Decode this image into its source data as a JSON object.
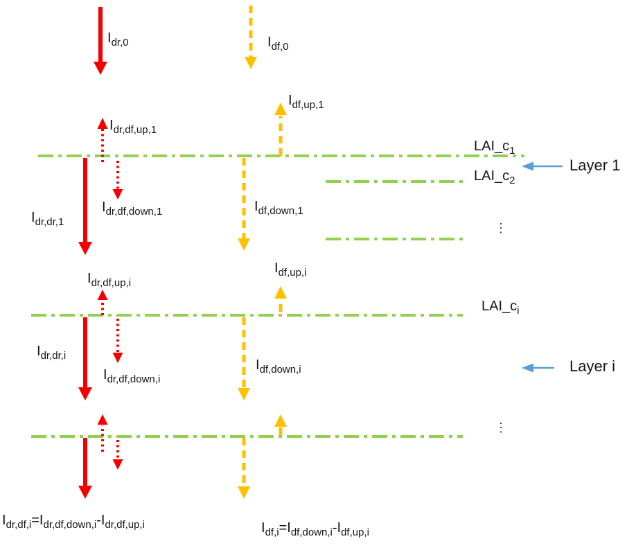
{
  "colors": {
    "red": "#f40000",
    "orange": "#ffc000",
    "green": "#92d050",
    "blue": "#5b9bd5",
    "text": "#141414"
  },
  "labels": {
    "dr0": {
      "main": "I",
      "sub": "dr,0"
    },
    "df0": {
      "main": "I",
      "sub": "df,0"
    },
    "df_up_1": {
      "main": "I",
      "sub": "df,up,1"
    },
    "dr_df_up_1": {
      "main": "I",
      "sub": "dr,df,up,1"
    },
    "lai_c1": {
      "main": "LAI_c",
      "sub": "1"
    },
    "lai_c2": {
      "main": "LAI_c",
      "sub": "2"
    },
    "layer1": "Layer 1",
    "dr_df_down_1": {
      "main": "I",
      "sub": "dr,df,down,1"
    },
    "df_down_1": {
      "main": "I",
      "sub": "df,down,1"
    },
    "dr_dr_1": {
      "main": "I",
      "sub": "dr,dr,1"
    },
    "vdots": "⋮",
    "df_up_i": {
      "main": "I",
      "sub": "df,up,i"
    },
    "dr_df_up_i": {
      "main": "I",
      "sub": "dr,df,up,i"
    },
    "lai_ci": {
      "main": "LAI_c",
      "sub": "i"
    },
    "dr_dr_i": {
      "main": "I",
      "sub": "dr,dr,i"
    },
    "df_down_i": {
      "main": "I",
      "sub": "df,down,i"
    },
    "dr_df_down_i": {
      "main": "I",
      "sub": "dr,df,down,i"
    },
    "layeri": "Layer i"
  },
  "equations": {
    "dr": {
      "parts": [
        {
          "t": "I",
          "s": "dr,df,i"
        },
        {
          "t": "=I",
          "s": "dr,df,down,i"
        },
        {
          "t": "-I",
          "s": "dr,df,up,i"
        }
      ]
    },
    "df": {
      "parts": [
        {
          "t": "I",
          "s": "df,i"
        },
        {
          "t": "=I",
          "s": "df,down,i"
        },
        {
          "t": "-I",
          "s": "df,up,i"
        }
      ]
    }
  }
}
